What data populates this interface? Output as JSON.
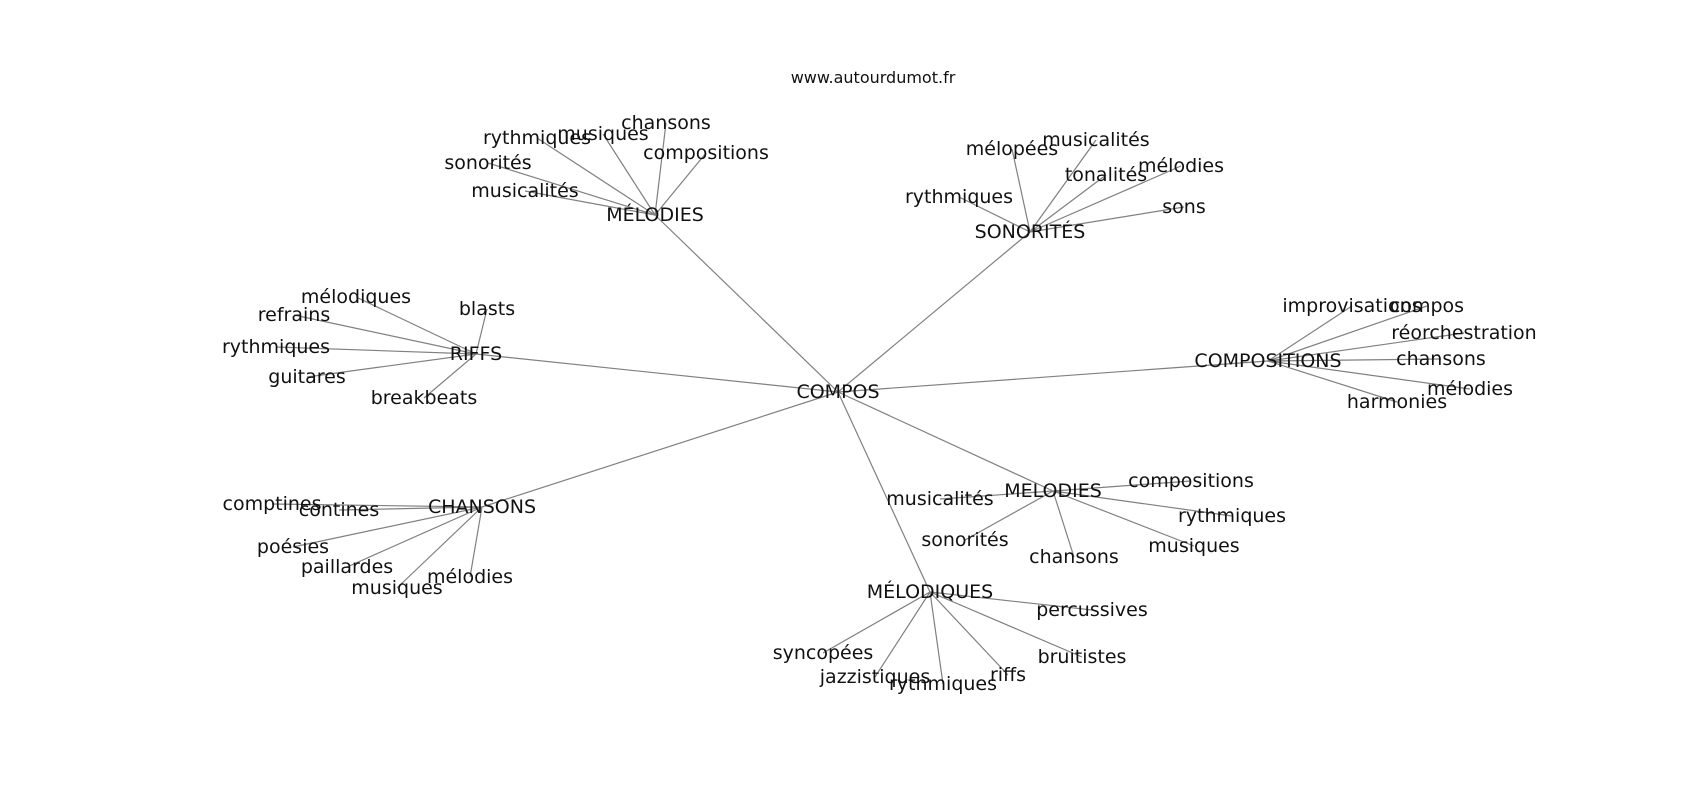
{
  "site": "www.autourdumot.fr",
  "center": "COMPOS",
  "groups": [
    {
      "hub": "MÉLODIES",
      "leaves": [
        "chansons",
        "musiques",
        "rythmiques",
        "compositions",
        "sonorités",
        "musicalités"
      ]
    },
    {
      "hub": "SONORITÉS",
      "leaves": [
        "musicalités",
        "mélopées",
        "tonalités",
        "mélodies",
        "rythmiques",
        "sons"
      ]
    },
    {
      "hub": "RIFFS",
      "leaves": [
        "mélodiques",
        "blasts",
        "refrains",
        "rythmiques",
        "guitares",
        "breakbeats"
      ]
    },
    {
      "hub": "COMPOSITIONS",
      "leaves": [
        "improvisations",
        "compos",
        "réorchestration",
        "chansons",
        "mélodies",
        "harmonies"
      ]
    },
    {
      "hub": "CHANSONS",
      "leaves": [
        "comptines",
        "contines",
        "poésies",
        "paillardes",
        "musiques",
        "mélodies"
      ]
    },
    {
      "hub": "MELODIES",
      "leaves": [
        "compositions",
        "musicalités",
        "rythmiques",
        "sonorités",
        "chansons",
        "musiques"
      ]
    },
    {
      "hub": "MÉLODIQUES",
      "leaves": [
        "percussives",
        "syncopées",
        "bruitistes",
        "jazzistiques",
        "riffs",
        "rythmiques"
      ]
    }
  ]
}
